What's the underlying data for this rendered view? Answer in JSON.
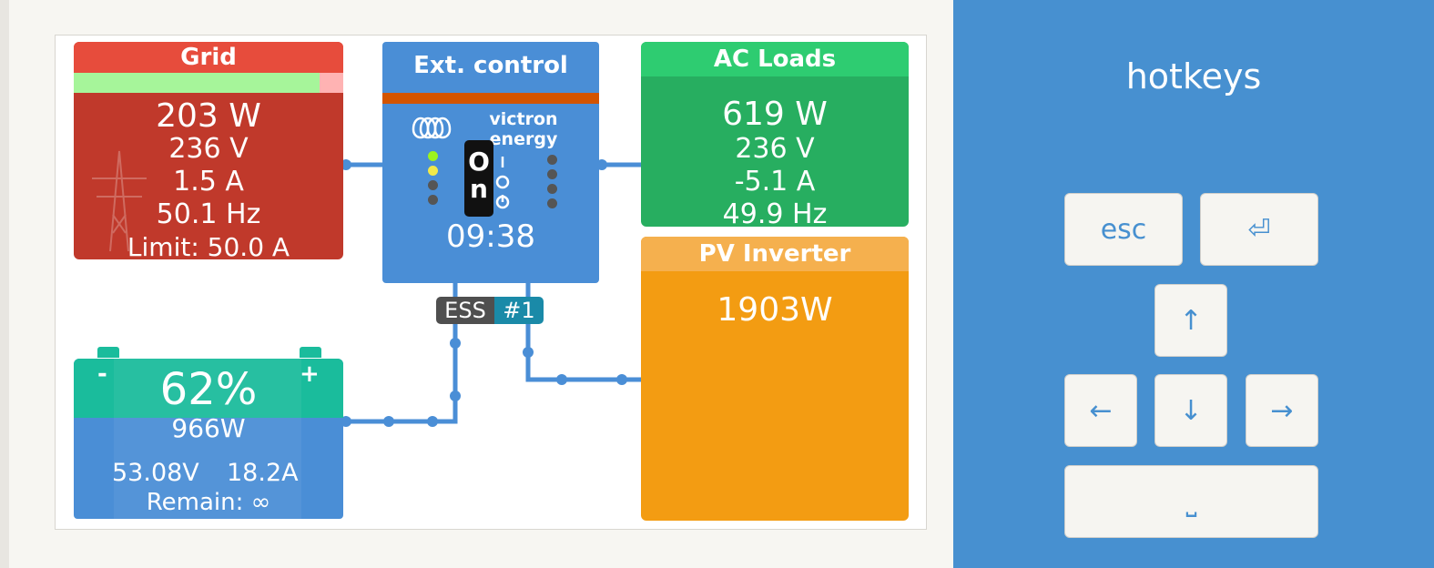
{
  "grid": {
    "title": "Grid",
    "power": "203 W",
    "voltage": "236 V",
    "current": "1.5 A",
    "freq": "50.1 Hz",
    "limit": "Limit: 50.0 A",
    "color": "#c0392b",
    "header_color": "#e74c3c"
  },
  "control": {
    "title": "Ext. control",
    "brand": "victron energy",
    "switch_text_top": "O",
    "switch_text_bottom": "n",
    "time": "09:38",
    "color": "#4a8ed6",
    "stripe_color": "#d35400"
  },
  "ac_loads": {
    "title": "AC Loads",
    "power": "619 W",
    "voltage": "236 V",
    "current": "-5.1 A",
    "freq": "49.9 Hz",
    "color": "#27ae60",
    "header_color": "#2ecc71"
  },
  "pv_inverter": {
    "title": "PV Inverter",
    "power": "1903W",
    "color": "#f39c12",
    "header_color": "#f5b04e"
  },
  "battery": {
    "soc": "62%",
    "soc_fraction": 0.62,
    "minus": "-",
    "plus": "+",
    "power": "966W",
    "voltage": "53.08V",
    "current": "18.2A",
    "remain": "Remain: ∞",
    "color": "#4a8ed6",
    "top_color": "#1abc9c"
  },
  "ess_tag": {
    "mode": "ESS",
    "number": "#1"
  },
  "hotkeys": {
    "title": "hotkeys",
    "keys": {
      "esc": "esc",
      "enter": "⏎",
      "up": "↑",
      "left": "←",
      "down": "↓",
      "right": "→",
      "space": "⎵"
    }
  }
}
